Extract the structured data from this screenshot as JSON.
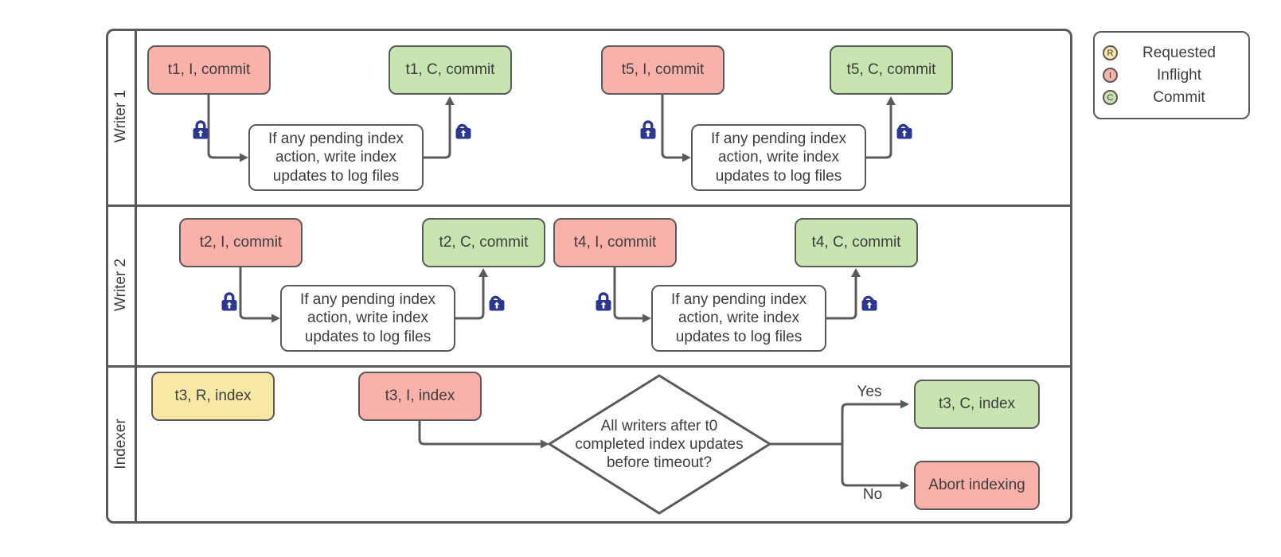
{
  "lanes": {
    "writer1": "Writer 1",
    "writer2": "Writer 2",
    "indexer": "Indexer"
  },
  "nodes": {
    "t1_inflight": "t1, I, commit",
    "t1_commit": "t1, C, commit",
    "t5_inflight": "t5, I, commit",
    "t5_commit": "t5, C, commit",
    "t2_inflight": "t2, I, commit",
    "t2_commit": "t2, C, commit",
    "t4_inflight": "t4, I, commit",
    "t4_commit": "t4, C, commit",
    "t3_requested": "t3, R, index",
    "t3_inflight": "t3, I, index",
    "t3_commit": "t3, C, index",
    "abort": "Abort indexing"
  },
  "process_text": "If any pending index action, write index updates to log files",
  "decision": {
    "question": "All writers after t0 completed index updates before timeout?",
    "yes": "Yes",
    "no": "No"
  },
  "legend": {
    "items": [
      {
        "letter": "R",
        "label": "Requested"
      },
      {
        "letter": "I",
        "label": "Inflight"
      },
      {
        "letter": "C",
        "label": "Commit"
      }
    ]
  },
  "colors": {
    "requested_fill": "#f8e8a6",
    "inflight_fill": "#f9b1a9",
    "commit_fill": "#c8e4b1",
    "lock": "#2c3792",
    "stroke": "#5a5a5a",
    "connector": "#5b5b5b",
    "text": "#3d3d3d"
  }
}
